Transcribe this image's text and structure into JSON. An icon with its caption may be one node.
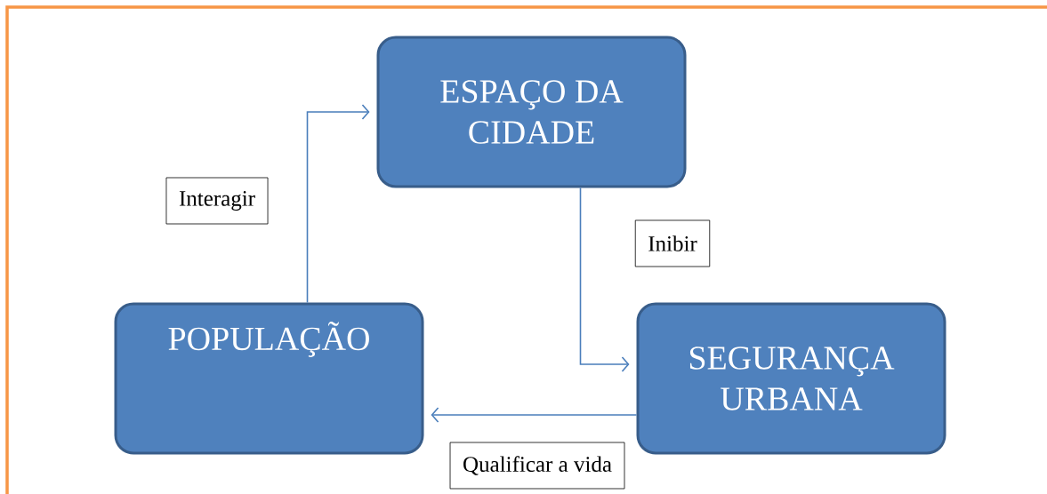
{
  "diagram": {
    "nodes": [
      {
        "text": [
          "ESPAÇO DA CIDADE"
        ]
      },
      {
        "text": [
          "POPULAÇÃO"
        ]
      },
      {
        "text": [
          "SEGURANÇA URBANA"
        ]
      }
    ],
    "edges": [
      {
        "from": 1,
        "to": 0,
        "arrow": "to",
        "label": "Interagir"
      },
      {
        "from": 0,
        "to": 2,
        "arrow": "to",
        "label": "Inibir"
      },
      {
        "from": 2,
        "to": 1,
        "arrow": "to",
        "label": "Qualificar a vida"
      }
    ]
  }
}
